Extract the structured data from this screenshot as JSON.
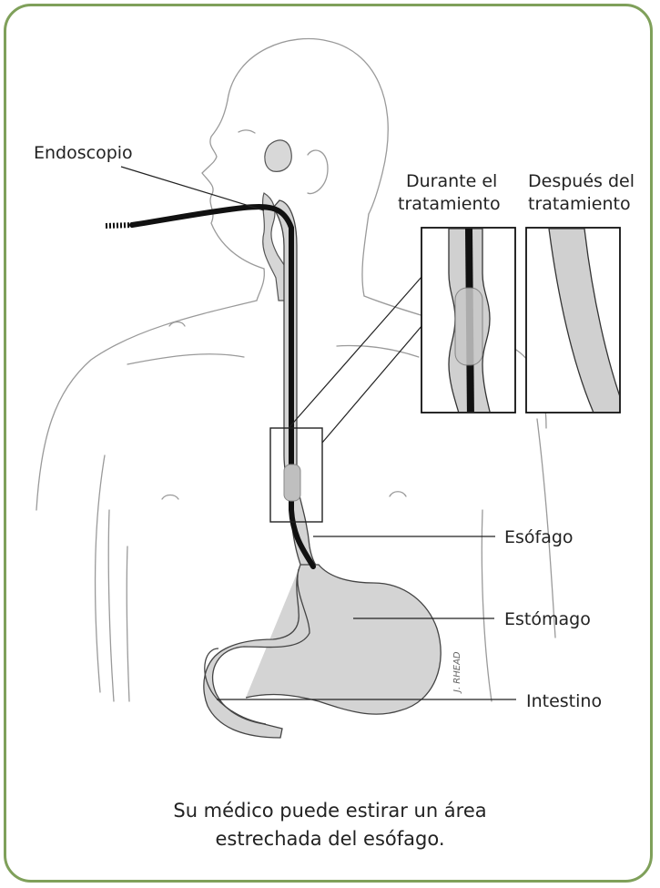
{
  "colors": {
    "frame": "#7fa05a",
    "tissue": "#d4d4d4",
    "outline": "#444444",
    "skin_line": "#9a9a9a",
    "scope": "#111111"
  },
  "labels": {
    "endoscope": "Endoscopio",
    "during_line1": "Durante el",
    "during_line2": "tratamiento",
    "after_line1": "Después del",
    "after_line2": "tratamiento",
    "esophagus": "Esófago",
    "stomach": "Estómago",
    "intestine": "Intestino",
    "signature": "J. RHEAD"
  },
  "caption": {
    "line1": "Su médico puede estirar un área",
    "line2": "estrechada del esófago."
  }
}
